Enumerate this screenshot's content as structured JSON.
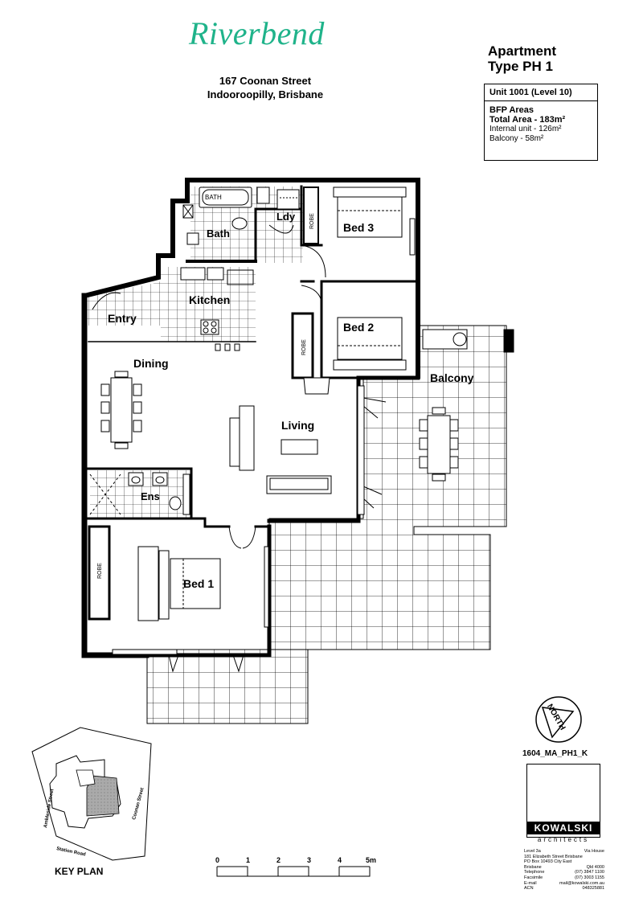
{
  "header": {
    "logo_text": "Riverbend",
    "address_line1": "167 Coonan Street",
    "address_line2": "Indooroopilly, Brisbane"
  },
  "apartment": {
    "title_line1": "Apartment",
    "title_line2": "Type PH 1",
    "unit": "Unit 1001 (Level 10)",
    "areas_heading": "BFP Areas",
    "total_area": "Total Area - 183m²",
    "internal": "Internal unit - 126m²",
    "balcony": "Balcony - 58m²"
  },
  "rooms": {
    "bath": "BATH",
    "bath_room": "Bath",
    "ldy": "Ldy",
    "bed3": "Bed 3",
    "robe3": "ROBE",
    "kitchen": "Kitchen",
    "entry": "Entry",
    "bed2": "Bed 2",
    "robe2": "ROBE",
    "dining": "Dining",
    "balcony": "Balcony",
    "living": "Living",
    "ens": "Ens",
    "robe1": "ROBE",
    "bed1": "Bed 1"
  },
  "compass": {
    "label": "NORTH",
    "drawing_code": "1604_MA_PH1_K"
  },
  "firm": {
    "name": "KOWALSKI",
    "sub": "architects",
    "contact": [
      [
        "Level 3a",
        "Via House"
      ],
      [
        "181 Elizabeth Street Brisbane",
        ""
      ],
      [
        "PO Box 10493 City East",
        ""
      ],
      [
        "Brisbane",
        "Qld 4000"
      ],
      [
        "Telephone",
        "(07) 3847 1100"
      ],
      [
        "Facsimile",
        "(07) 3003 1155"
      ],
      [
        "E-mail",
        "mail@kowalski.com.au"
      ],
      [
        "ACN",
        "048325881"
      ]
    ]
  },
  "keyplan": {
    "label": "KEY PLAN",
    "streets": [
      "Station Road",
      "Coonan Street",
      "Ambleside Street"
    ]
  },
  "scale": {
    "ticks": [
      "0",
      "1",
      "2",
      "3",
      "4",
      "5m"
    ]
  }
}
